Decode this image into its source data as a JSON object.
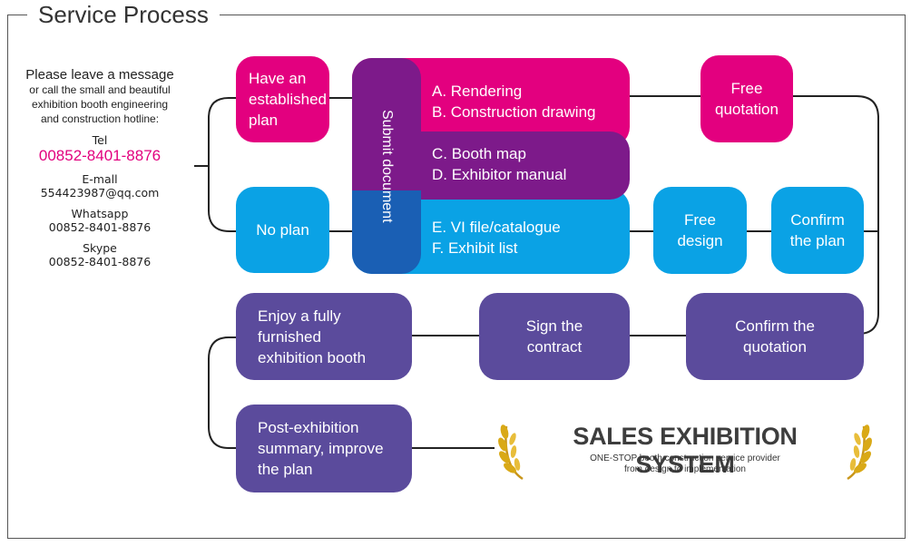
{
  "title": "Service Process",
  "contact": {
    "heading": "Please leave a message",
    "line1": "or call the small and beautiful",
    "line2": "exhibition booth engineering",
    "line3": "and construction hotline:",
    "tel_label": "Tel",
    "tel_value": "00852-8401-8876",
    "email_label": "E-mall",
    "email_value": "554423987@qq.com",
    "whatsapp_label": "Whatsapp",
    "whatsapp_value": "00852-8401-8876",
    "skype_label": "Skype",
    "skype_value": "00852-8401-8876"
  },
  "steps": {
    "established_plan": "Have an established plan",
    "no_plan": "No plan",
    "submit_document": "Submit document",
    "doc_a": "A. Rendering",
    "doc_b": "B. Construction drawing",
    "doc_c": "C. Booth map",
    "doc_d": "D. Exhibitor manual",
    "doc_e": "E. VI file/catalogue",
    "doc_f": "F. Exhibit list",
    "free_quotation": "Free quotation",
    "free_design": "Free design",
    "confirm_plan": "Confirm the plan",
    "confirm_quotation": "Confirm the quotation",
    "sign_contract": "Sign the contract",
    "enjoy_booth": "Enjoy a fully furnished exhibition booth",
    "post_summary": "Post-exhibition summary, improve the plan"
  },
  "logo": {
    "title": "SALES EXHIBITION SYSTEM",
    "subtitle_line1": "ONE-STOP  booth construction service provider",
    "subtitle_line2": "from design to implementation"
  },
  "colors": {
    "pink": "#e3007f",
    "blue": "#0aa2e5",
    "purple": "#5b4b9c",
    "dark_purple": "#7d1a8a",
    "dark_blue": "#1a5fb4",
    "gold": "#d9a917"
  }
}
